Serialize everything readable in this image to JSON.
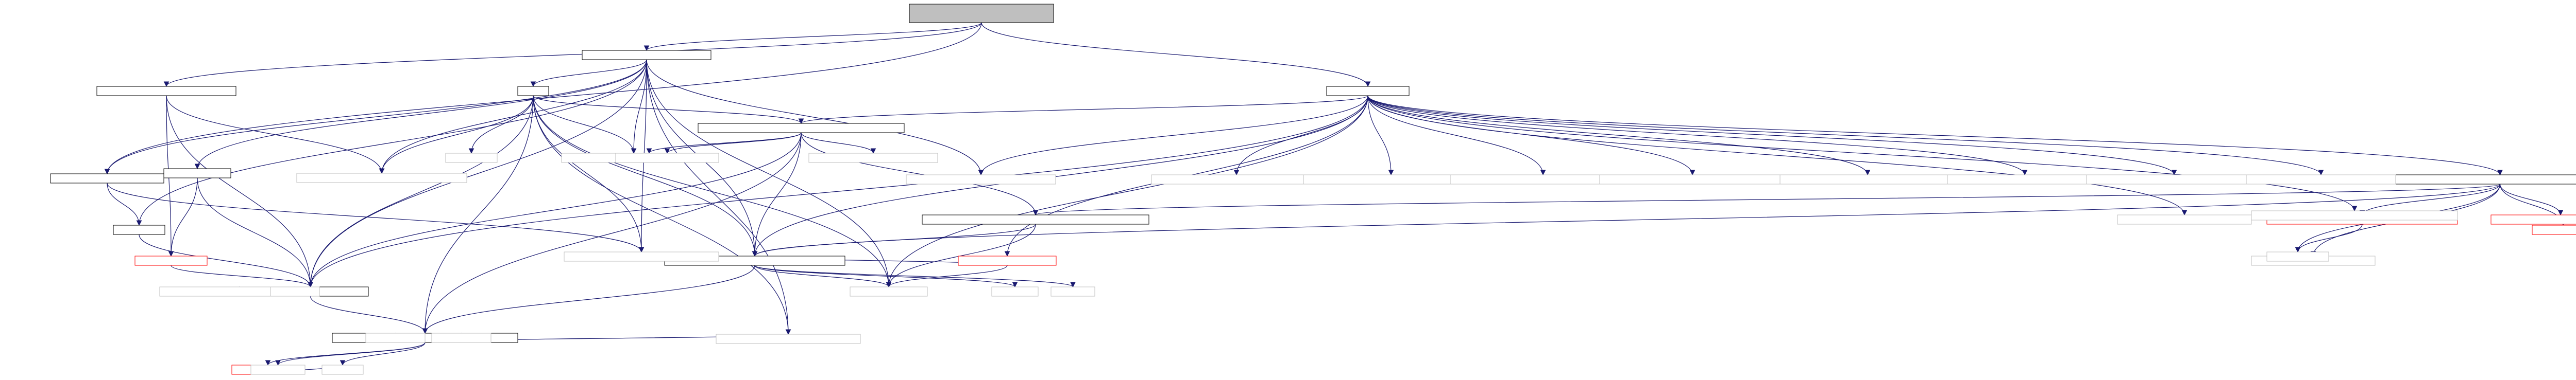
{
  "colors": {
    "edge": "#191970",
    "node_border": "#000000",
    "missing_border": "#ff0000",
    "external_border": "#bfbfbf",
    "root_fill": "#bfbfbf",
    "node_fill": "#ffffff"
  },
  "nodes": [
    {
      "id": "n0",
      "label": "",
      "kind": "root"
    },
    {
      "id": "n1",
      "label": "",
      "kind": "file"
    },
    {
      "id": "n2",
      "label": "",
      "kind": "file"
    },
    {
      "id": "n3",
      "label": "",
      "kind": "file"
    },
    {
      "id": "n4",
      "label": "",
      "kind": "file"
    },
    {
      "id": "n5",
      "label": "",
      "kind": "file"
    },
    {
      "id": "n6",
      "label": "",
      "kind": "file"
    },
    {
      "id": "n7",
      "label": "",
      "kind": "file"
    },
    {
      "id": "n8",
      "label": "",
      "kind": "missing"
    },
    {
      "id": "n9",
      "label": "",
      "kind": "file"
    },
    {
      "id": "n10",
      "label": "",
      "kind": "file"
    },
    {
      "id": "n11",
      "label": "",
      "kind": "missing"
    },
    {
      "id": "n12",
      "label": "",
      "kind": "file"
    },
    {
      "id": "n13",
      "label": "",
      "kind": "file"
    },
    {
      "id": "n14",
      "label": "",
      "kind": "missing"
    },
    {
      "id": "n15",
      "label": "",
      "kind": "file"
    },
    {
      "id": "n16",
      "label": "",
      "kind": "file"
    },
    {
      "id": "n17",
      "label": "",
      "kind": "missing"
    },
    {
      "id": "n18",
      "label": "",
      "kind": "missing"
    },
    {
      "id": "n19",
      "label": "",
      "kind": "missing"
    },
    {
      "id": "n20",
      "label": "",
      "kind": "missing"
    },
    {
      "id": "e1",
      "label": "",
      "kind": "external"
    },
    {
      "id": "e2",
      "label": "",
      "kind": "external"
    },
    {
      "id": "e3",
      "label": "",
      "kind": "external"
    },
    {
      "id": "e4",
      "label": "",
      "kind": "external"
    },
    {
      "id": "e5",
      "label": "",
      "kind": "external"
    },
    {
      "id": "e6",
      "label": "",
      "kind": "external"
    },
    {
      "id": "e7",
      "label": "",
      "kind": "external"
    },
    {
      "id": "e8",
      "label": "",
      "kind": "external"
    },
    {
      "id": "e9",
      "label": "",
      "kind": "external"
    },
    {
      "id": "e10",
      "label": "",
      "kind": "external"
    },
    {
      "id": "e11",
      "label": "",
      "kind": "external"
    },
    {
      "id": "e12",
      "label": "",
      "kind": "external"
    },
    {
      "id": "e13",
      "label": "",
      "kind": "external"
    },
    {
      "id": "e14",
      "label": "",
      "kind": "external"
    },
    {
      "id": "e15",
      "label": "",
      "kind": "external"
    },
    {
      "id": "e16",
      "label": "",
      "kind": "external"
    },
    {
      "id": "e17",
      "label": "",
      "kind": "external"
    },
    {
      "id": "e18",
      "label": "",
      "kind": "external"
    },
    {
      "id": "e19",
      "label": "",
      "kind": "external"
    },
    {
      "id": "e20",
      "label": "",
      "kind": "external"
    },
    {
      "id": "e21",
      "label": "",
      "kind": "external"
    },
    {
      "id": "e22",
      "label": "",
      "kind": "external"
    },
    {
      "id": "e23",
      "label": "",
      "kind": "external"
    },
    {
      "id": "e24",
      "label": "",
      "kind": "external"
    },
    {
      "id": "e25",
      "label": "",
      "kind": "external"
    },
    {
      "id": "e26",
      "label": "",
      "kind": "external"
    },
    {
      "id": "e27",
      "label": "",
      "kind": "external"
    },
    {
      "id": "e28",
      "label": "",
      "kind": "external"
    },
    {
      "id": "e29",
      "label": "",
      "kind": "external"
    }
  ],
  "edges": [
    [
      "n0",
      "n1"
    ],
    [
      "n0",
      "n2"
    ],
    [
      "n0",
      "n3"
    ],
    [
      "n0",
      "n4"
    ],
    [
      "n1",
      "n5"
    ],
    [
      "n1",
      "n6"
    ],
    [
      "n1",
      "n7"
    ],
    [
      "n1",
      "e1"
    ],
    [
      "n1",
      "e2"
    ],
    [
      "n1",
      "e3"
    ],
    [
      "n1",
      "e4"
    ],
    [
      "n1",
      "n4"
    ],
    [
      "n1",
      "n10"
    ],
    [
      "n1",
      "e21"
    ],
    [
      "n1",
      "e22"
    ],
    [
      "n1",
      "n12"
    ],
    [
      "n2",
      "e4"
    ],
    [
      "n2",
      "n9"
    ],
    [
      "n2",
      "n10"
    ],
    [
      "n2",
      "n12"
    ],
    [
      "n2",
      "n14"
    ],
    [
      "n2",
      "n15"
    ],
    [
      "n2",
      "e5"
    ],
    [
      "n2",
      "e6"
    ],
    [
      "n2",
      "e7"
    ],
    [
      "n2",
      "e8"
    ],
    [
      "n2",
      "e9"
    ],
    [
      "n2",
      "e10"
    ],
    [
      "n2",
      "e11"
    ],
    [
      "n2",
      "e12"
    ],
    [
      "n2",
      "e13"
    ],
    [
      "n2",
      "e14"
    ],
    [
      "n2",
      "e21"
    ],
    [
      "n3",
      "e2"
    ],
    [
      "n3",
      "n10"
    ],
    [
      "n3",
      "n8"
    ],
    [
      "n4",
      "e1"
    ],
    [
      "n4",
      "n7"
    ],
    [
      "n5",
      "e1"
    ],
    [
      "n5",
      "e2"
    ],
    [
      "n5",
      "e15"
    ],
    [
      "n5",
      "e3"
    ],
    [
      "n5",
      "n9"
    ],
    [
      "n5",
      "n10"
    ],
    [
      "n5",
      "n12"
    ],
    [
      "n5",
      "e21"
    ],
    [
      "n5",
      "e22"
    ],
    [
      "n5",
      "n16"
    ],
    [
      "n6",
      "n8"
    ],
    [
      "n6",
      "n10"
    ],
    [
      "n7",
      "n10"
    ],
    [
      "n8",
      "n10"
    ],
    [
      "n9",
      "n11"
    ],
    [
      "n9",
      "n13"
    ],
    [
      "n9",
      "e16"
    ],
    [
      "n9",
      "n10"
    ],
    [
      "n9",
      "n12"
    ],
    [
      "n9",
      "n16"
    ],
    [
      "n9",
      "e17"
    ],
    [
      "n10",
      "e18"
    ],
    [
      "n10",
      "e19"
    ],
    [
      "n10",
      "n16"
    ],
    [
      "n12",
      "n16"
    ],
    [
      "n12",
      "e21"
    ],
    [
      "n12",
      "e24"
    ],
    [
      "n12",
      "e25"
    ],
    [
      "n13",
      "n12"
    ],
    [
      "n13",
      "e21"
    ],
    [
      "n14",
      "n12"
    ],
    [
      "n14",
      "e21"
    ],
    [
      "n15",
      "n13"
    ],
    [
      "n15",
      "e20"
    ],
    [
      "n15",
      "e23"
    ],
    [
      "n15",
      "n17"
    ],
    [
      "n15",
      "n18"
    ],
    [
      "n15",
      "n19"
    ],
    [
      "n15",
      "n12"
    ],
    [
      "n16",
      "n20"
    ],
    [
      "n16",
      "e26"
    ],
    [
      "n16",
      "e27"
    ],
    [
      "n16",
      "e28"
    ],
    [
      "n16",
      "e29"
    ],
    [
      "n16",
      "e22"
    ],
    [
      "n17",
      "e23"
    ],
    [
      "n20",
      "e26"
    ],
    [
      "n20",
      "e27"
    ]
  ]
}
